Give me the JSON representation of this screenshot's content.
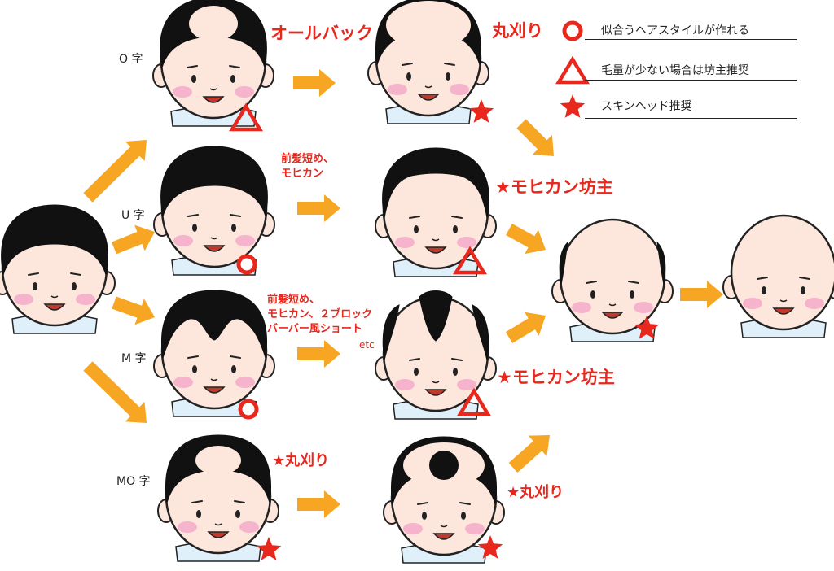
{
  "legend": [
    {
      "symbol": "circle",
      "text": "似合うヘアスタイルが作れる"
    },
    {
      "symbol": "triangle",
      "text": "毛量が少ない場合は坊主推奨"
    },
    {
      "symbol": "star",
      "text": "スキンヘッド推奨"
    }
  ],
  "types": {
    "o": "O 字",
    "u": "U 字",
    "m": "M 字",
    "mo": "MO 字"
  },
  "styles": {
    "o_back": "オールバック",
    "o_shave": "丸刈り",
    "u_suggest": "前髪短め、\nモヒカン",
    "u_mohawk": "★モヒカン坊主",
    "m_suggest": "前髪短め、\nモヒカン、２ブロック\nバーバー風ショート",
    "m_etc": "etc",
    "m_mohawk": "★モヒカン坊主",
    "mo_shave1": "★丸刈り",
    "mo_shave2": "★丸刈り"
  },
  "colors": {
    "arrow": "#f6a623",
    "accent": "#e8281d",
    "skin": "#fde6dc",
    "hair": "#111111",
    "cheek": "#f5b3cc",
    "shirt": "#dff0fb"
  }
}
